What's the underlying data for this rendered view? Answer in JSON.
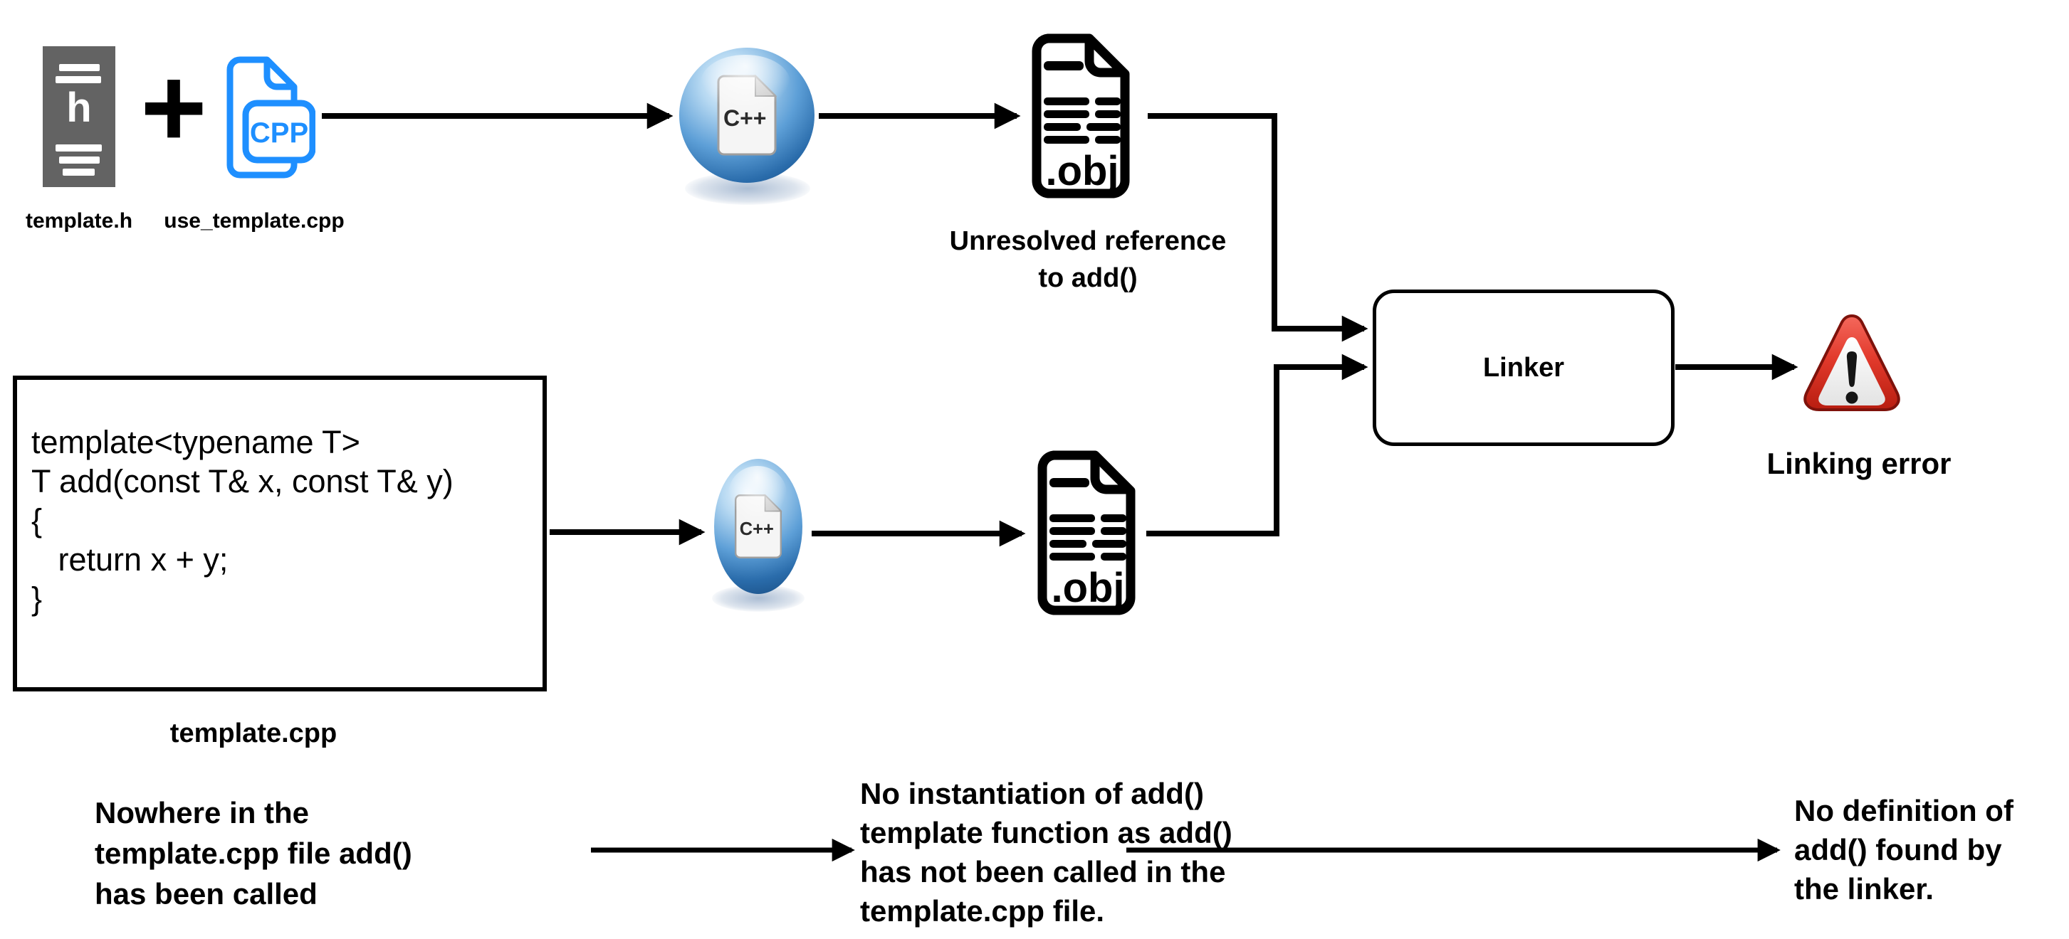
{
  "colors": {
    "cpp_blue": "#1e8fff",
    "file_gray": "#636363",
    "warning_red": "#d32f2f",
    "line_black": "#000000"
  },
  "files": {
    "header": {
      "label": "template.h",
      "letter": "h"
    },
    "user_source": {
      "label": "use_template.cpp",
      "badge": "CPP"
    },
    "plus": "+"
  },
  "compiler": {
    "icon_text": "C++"
  },
  "object_file": {
    "extension": ".obj"
  },
  "annotations": {
    "unresolved": {
      "line1": "Unresolved reference",
      "line2": "to add()"
    },
    "linking_error": "Linking error"
  },
  "linker": {
    "label": "Linker"
  },
  "code_box": {
    "lines": {
      "0": "template<typename T>",
      "1": "T add(const T& x, const T& y)",
      "2": "{",
      "3": "   return x + y;",
      "4": "}"
    },
    "label": "template.cpp"
  },
  "notes": {
    "left": {
      "lines": {
        "0": "Nowhere in the",
        "1": "template.cpp file add()",
        "2": "has been called"
      }
    },
    "middle": {
      "lines": {
        "0": "No instantiation of add()",
        "1": "template function as add()",
        "2": "has not been called in the",
        "3": "template.cpp file."
      }
    },
    "right": {
      "lines": {
        "0": "No definition of",
        "1": "add() found by",
        "2": "the linker."
      }
    }
  }
}
